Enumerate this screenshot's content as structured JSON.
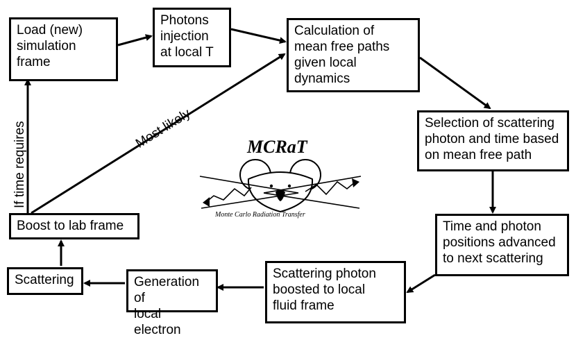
{
  "nodes": {
    "load_frame": "Load (new)\nsimulation\nframe",
    "photons_injection": "Photons\ninjection\nat local T",
    "mean_free_paths": "Calculation of\nmean free paths\ngiven local\ndynamics",
    "selection": "Selection of scattering\nphoton and time based\non mean free path",
    "time_advance": "Time and photon\npositions advanced\nto next scattering",
    "scattering_boost": "Scattering photon\nboosted to local\nfluid frame",
    "generation": "Generation of\nlocal electron",
    "scattering": "Scattering",
    "boost_lab": "Boost to lab frame"
  },
  "edge_labels": {
    "most_likely": "Most likely",
    "if_time": "If time requires"
  },
  "logo": {
    "title": "MCRaT",
    "subtitle": "Monte Carlo Radiation Transfer"
  }
}
